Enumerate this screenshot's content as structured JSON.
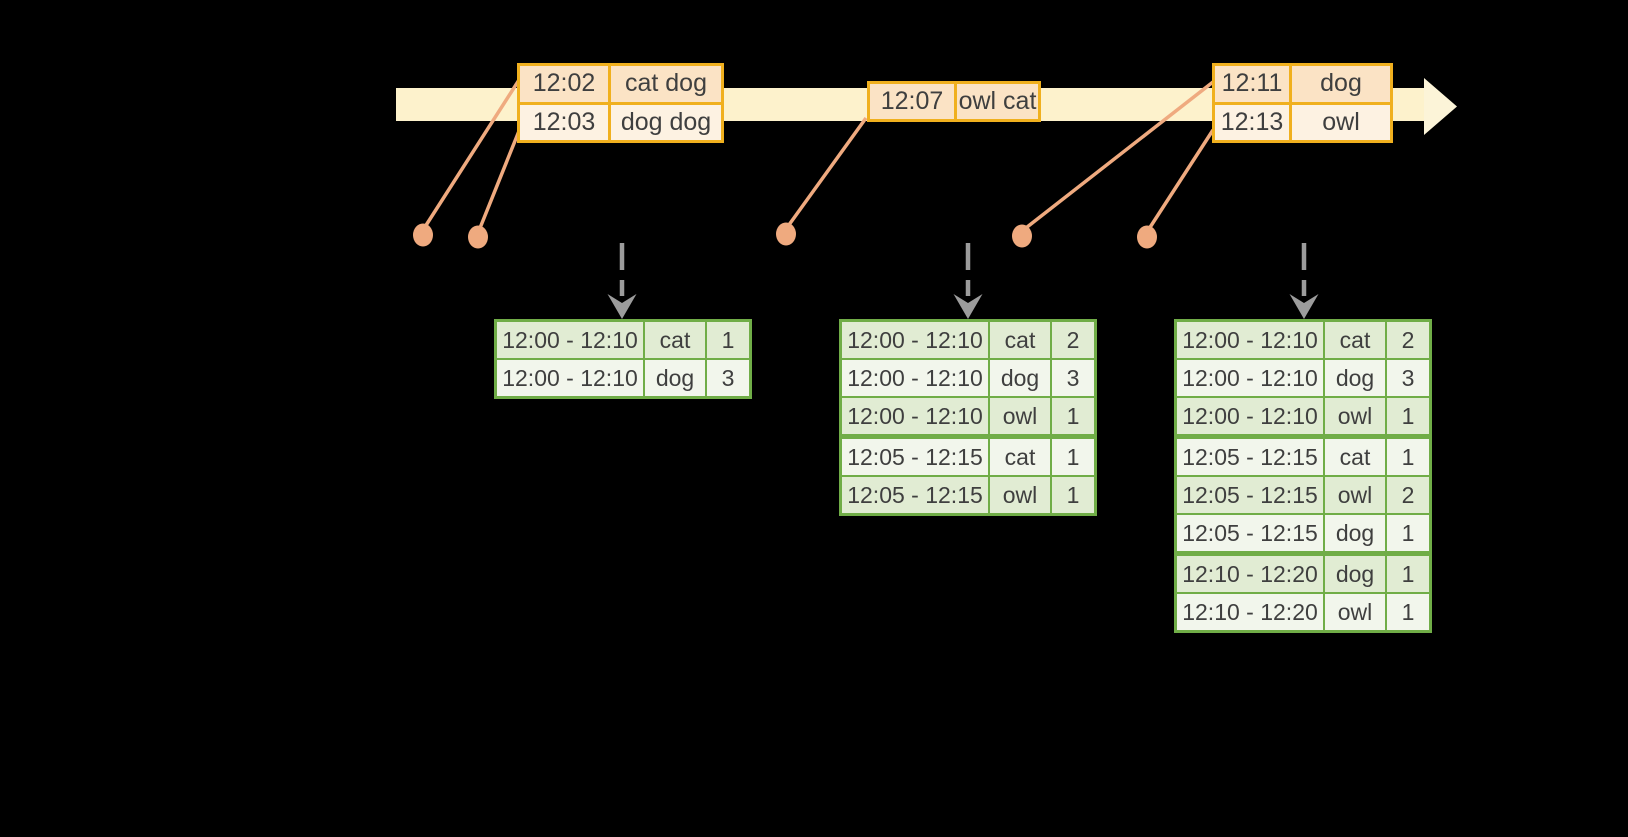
{
  "colors": {
    "canvas_bg": "#000000",
    "timeline_band": "#fdf2cc",
    "timeline_arrowhead": "#fcf4d8",
    "event_border": "#f0b01e",
    "event_row_dark": "#fbe3c5",
    "event_row_light": "#fdf2e2",
    "connector": "#efaa7f",
    "dashed_arrow": "#9c9c9c",
    "table_border_green": "#70ad47",
    "table_row_odd": "#e1ecd3",
    "table_row_even": "#f2f6ec",
    "text": "#3f3f3f"
  },
  "timeline": {
    "boxes": [
      {
        "rows": [
          {
            "time": "12:02",
            "words": "cat dog"
          },
          {
            "time": "12:03",
            "words": "dog dog"
          }
        ]
      },
      {
        "rows": [
          {
            "time": "12:07",
            "words": "owl cat"
          }
        ]
      },
      {
        "rows": [
          {
            "time": "12:11",
            "words": "dog"
          },
          {
            "time": "12:13",
            "words": "owl"
          }
        ]
      }
    ]
  },
  "result_tables": [
    {
      "rows": [
        {
          "window": "12:00 - 12:10",
          "word": "cat",
          "count": "1"
        },
        {
          "window": "12:00 - 12:10",
          "word": "dog",
          "count": "3"
        }
      ]
    },
    {
      "rows": [
        {
          "window": "12:00 - 12:10",
          "word": "cat",
          "count": "2"
        },
        {
          "window": "12:00 - 12:10",
          "word": "dog",
          "count": "3"
        },
        {
          "window": "12:00 - 12:10",
          "word": "owl",
          "count": "1"
        },
        {
          "window": "12:05 - 12:15",
          "word": "cat",
          "count": "1"
        },
        {
          "window": "12:05 - 12:15",
          "word": "owl",
          "count": "1"
        }
      ]
    },
    {
      "rows": [
        {
          "window": "12:00 - 12:10",
          "word": "cat",
          "count": "2"
        },
        {
          "window": "12:00 - 12:10",
          "word": "dog",
          "count": "3"
        },
        {
          "window": "12:00 - 12:10",
          "word": "owl",
          "count": "1"
        },
        {
          "window": "12:05 - 12:15",
          "word": "cat",
          "count": "1"
        },
        {
          "window": "12:05 - 12:15",
          "word": "owl",
          "count": "2"
        },
        {
          "window": "12:05 - 12:15",
          "word": "dog",
          "count": "1"
        },
        {
          "window": "12:10 - 12:20",
          "word": "dog",
          "count": "1"
        },
        {
          "window": "12:10 - 12:20",
          "word": "owl",
          "count": "1"
        }
      ]
    }
  ]
}
